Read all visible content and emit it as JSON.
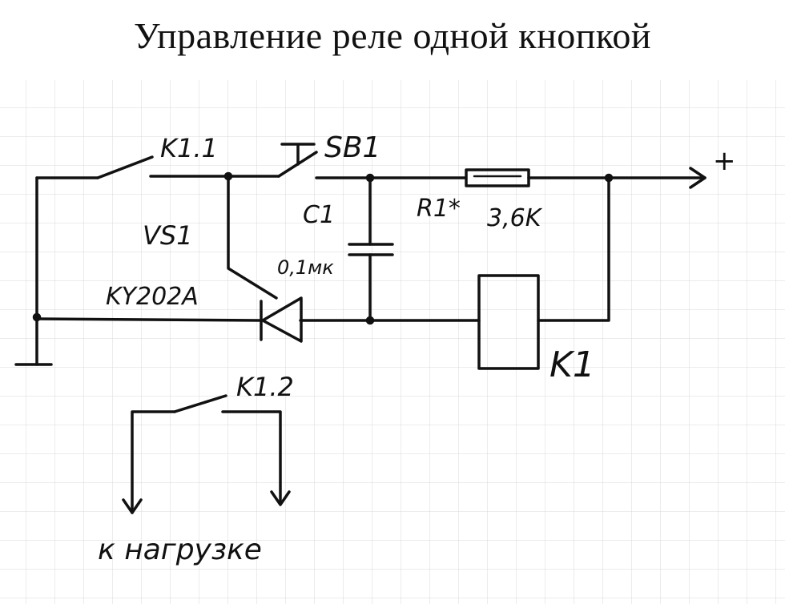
{
  "title": "Управление реле одной кнопкой",
  "colors": {
    "ink": "#111111",
    "grid": "#d8d8d8",
    "paper": "#ffffff"
  },
  "labels": {
    "k11": "K1.1",
    "sb1": "SB1",
    "plus": "+",
    "c1": "C1",
    "c1_value": "0,1мк",
    "r1": "R1*",
    "r1_value": "3,6K",
    "vs1": "VS1",
    "vs1_type": "KY202A",
    "k1": "K1",
    "k12": "K1.2",
    "load": "к нагрузке"
  }
}
